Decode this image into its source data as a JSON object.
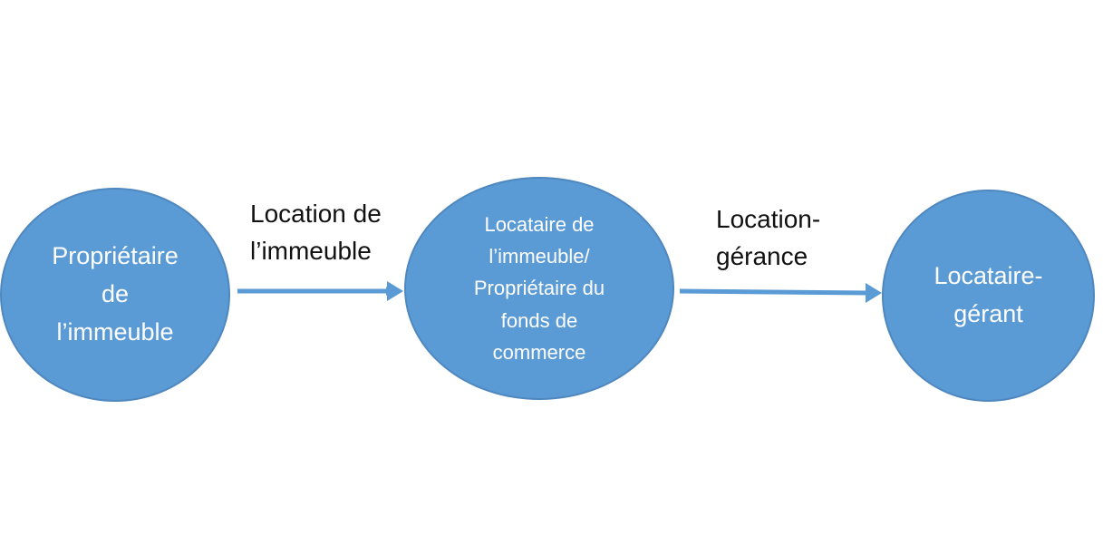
{
  "nodes": {
    "owner": {
      "label": "Propriétaire\nde\nl’immeuble"
    },
    "tenant": {
      "label": "Locataire de\nl’immeuble/\nPropriétaire du\nfonds de\ncommerce"
    },
    "manager": {
      "label": "Locataire-\ngérant"
    }
  },
  "edges": {
    "owner_to_tenant": {
      "label": "Location de\nl’immeuble"
    },
    "tenant_to_manager": {
      "label": "Location-\ngérance"
    }
  },
  "colors": {
    "node_fill": "#5b9bd5",
    "node_border": "#4f87bf",
    "arrow": "#5b9bd5",
    "node_text": "#ffffff",
    "edge_text": "#111111"
  }
}
